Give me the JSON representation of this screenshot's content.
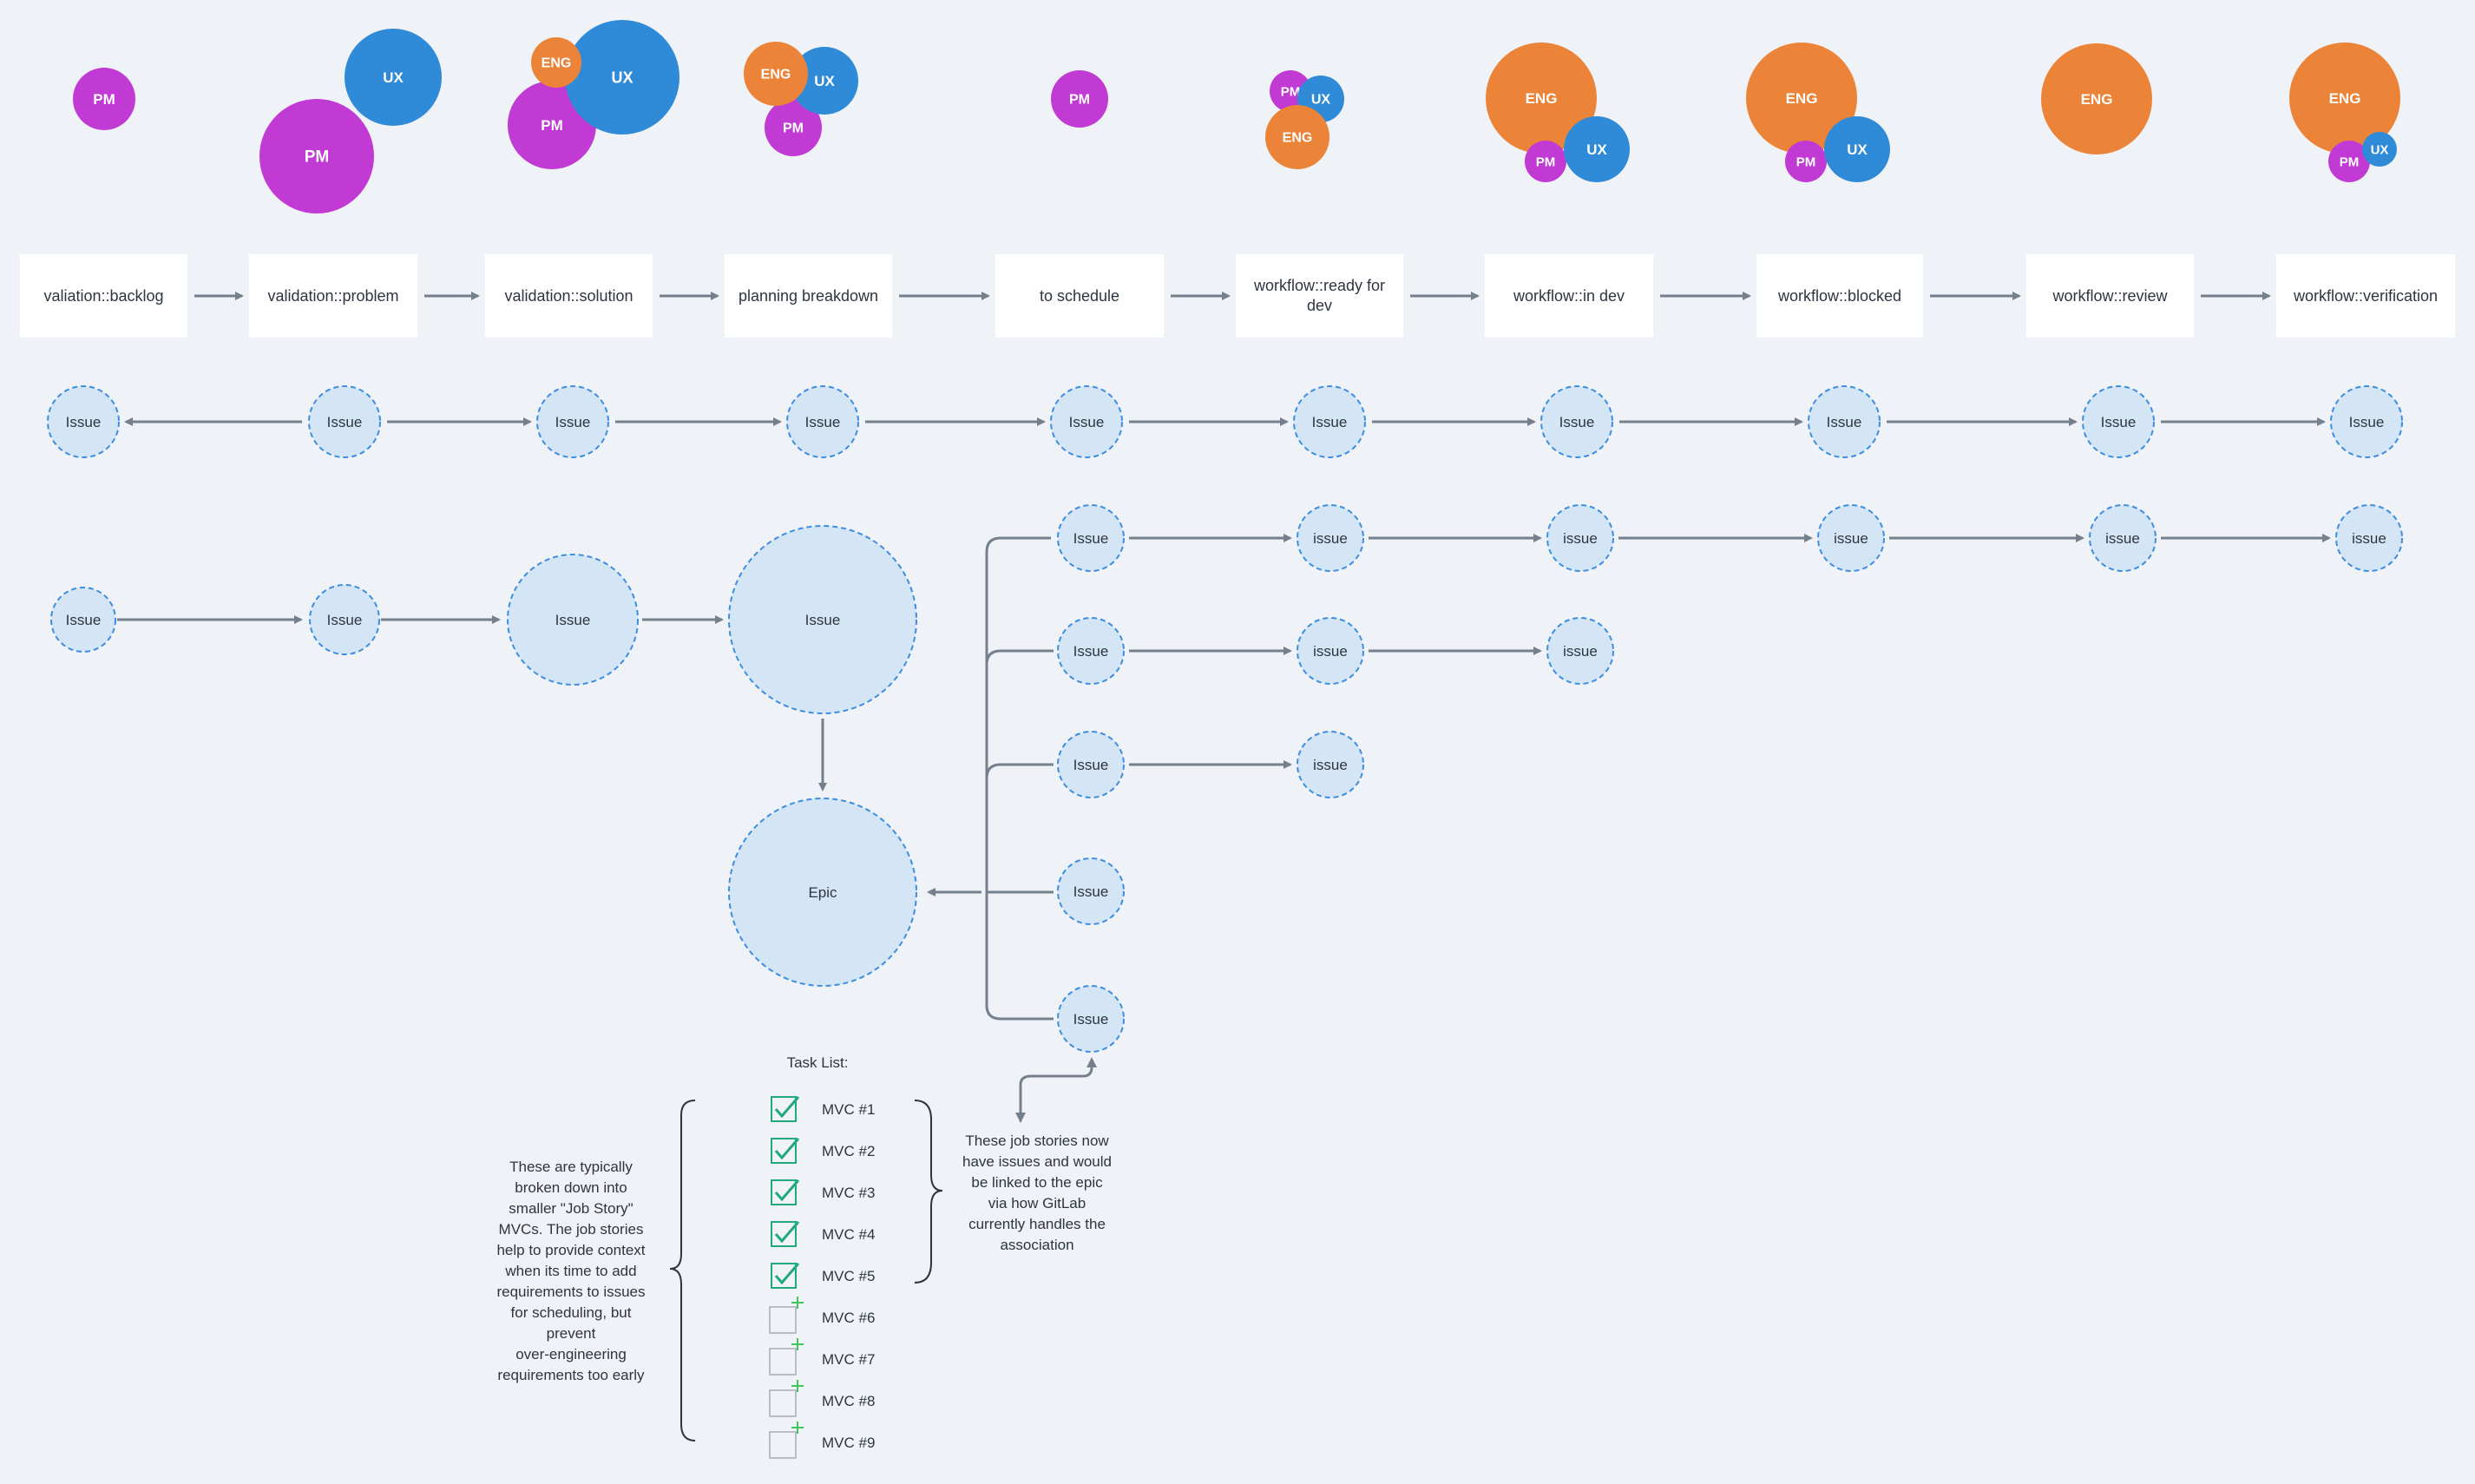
{
  "colors": {
    "pm": "#c23ad4",
    "ux": "#2f8ad8",
    "eng": "#eb8438",
    "node_fill": "#d4e5f6",
    "node_stroke": "#3d8de0",
    "arrow": "#75808c",
    "check": "#1fa97c",
    "plus": "#3fc35a"
  },
  "roles": {
    "pm": "PM",
    "ux": "UX",
    "eng": "ENG"
  },
  "stages": [
    "valiation::backlog",
    "validation::problem",
    "validation::solution",
    "planning breakdown",
    "to schedule",
    "workflow::ready for dev",
    "workflow::in dev",
    "workflow::blocked",
    "workflow::review",
    "workflow::verification"
  ],
  "issue_label": "Issue",
  "sub_issue_label": "issue",
  "epic_label": "Epic",
  "task_list": {
    "title": "Task List:",
    "items": [
      {
        "label": "MVC #1",
        "done": true
      },
      {
        "label": "MVC #2",
        "done": true
      },
      {
        "label": "MVC #3",
        "done": true
      },
      {
        "label": "MVC #4",
        "done": true
      },
      {
        "label": "MVC #5",
        "done": true
      },
      {
        "label": "MVC #6",
        "done": false
      },
      {
        "label": "MVC #7",
        "done": false
      },
      {
        "label": "MVC #8",
        "done": false
      },
      {
        "label": "MVC #9",
        "done": false
      }
    ]
  },
  "notes": {
    "left": [
      "These are typically",
      "broken down into",
      "smaller \"Job Story\"",
      "MVCs. The job stories",
      "help to provide context",
      "when its time to add",
      "requirements to issues",
      "for scheduling, but",
      "prevent",
      "over-engineering",
      "requirements too early"
    ],
    "right": [
      "These job stories now",
      "have issues and would",
      "be linked to the epic",
      "via how GitLab",
      "currently handles the",
      "association"
    ]
  }
}
